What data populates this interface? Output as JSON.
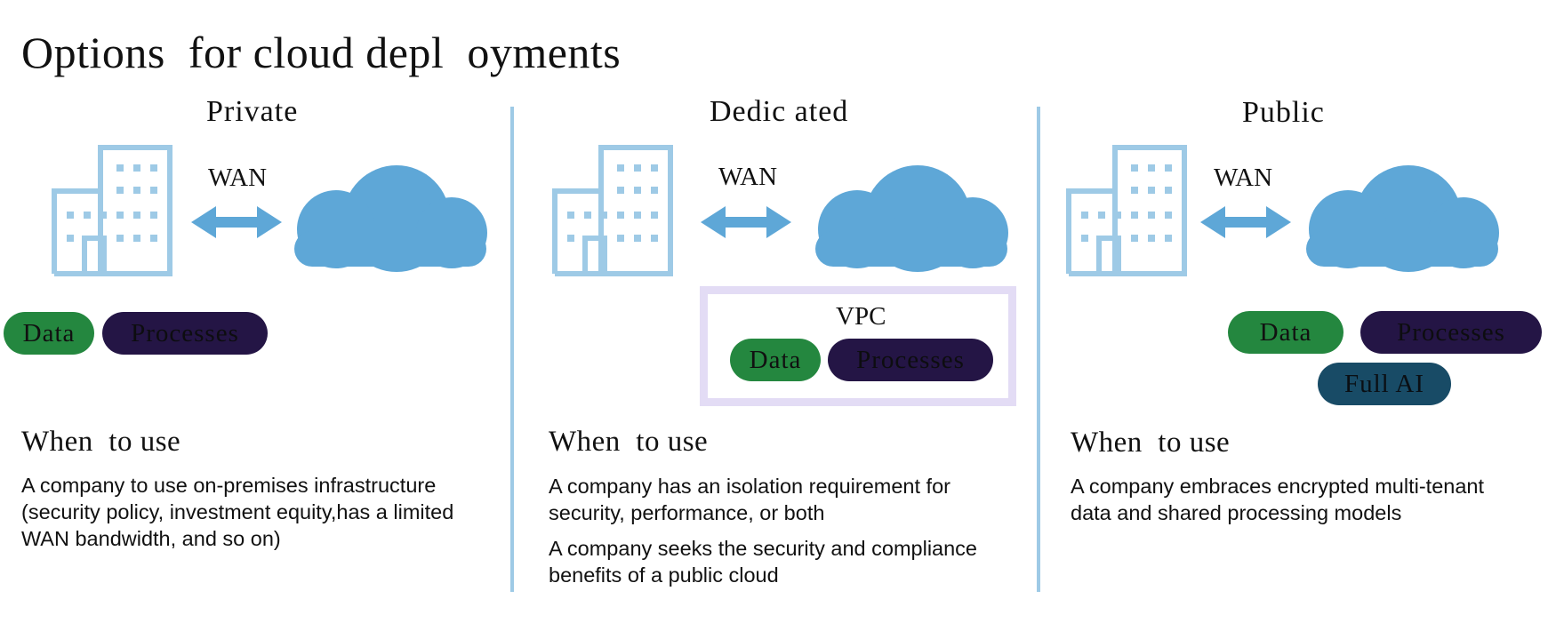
{
  "title": "Options  for cloud depl  oyments",
  "colors": {
    "icon_light": "#9ecae6",
    "cloud": "#5ea7d7",
    "arrow": "#5ea7d7",
    "data_pill": "#24873f",
    "processes_pill": "#241545",
    "full_ai_pill": "#184b66",
    "vpc_border": "#e3dcf5"
  },
  "icons": [
    "building-icon",
    "double-arrow-icon",
    "cloud-icon"
  ],
  "columns": [
    {
      "title": "Private",
      "wan": "WAN",
      "data": "Data",
      "processes": "Processes",
      "when": "When  to use",
      "desc": [
        "A company to use on-premises infrastructure (security policy, investment equity,has a limited WAN bandwidth, and so on)"
      ]
    },
    {
      "title": "Dedic ated",
      "wan": "WAN",
      "vpc": "VPC",
      "data": "Data",
      "processes": "Processes",
      "when": "When  to use",
      "desc": [
        "A company has an isolation requirement for security, performance, or both",
        "A company seeks the security and compliance benefits of a public cloud"
      ]
    },
    {
      "title": "Public",
      "wan": "WAN",
      "data": "Data",
      "processes": "Processes",
      "full_ai": "Full AI",
      "when": "When  to use",
      "desc": [
        "A company embraces encrypted multi-tenant data and shared processing models"
      ]
    }
  ]
}
